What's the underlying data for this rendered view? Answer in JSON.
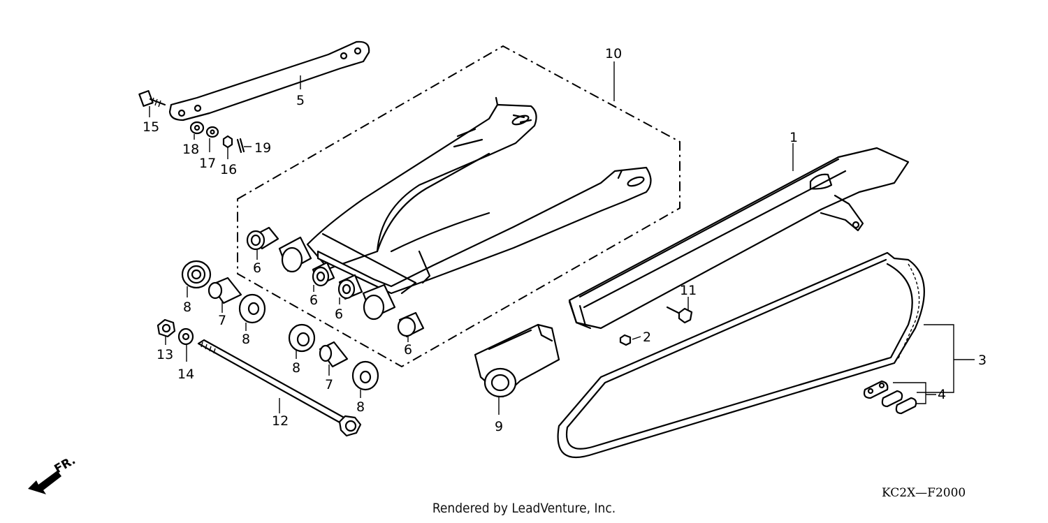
{
  "diagram": {
    "callouts": [
      "1",
      "2",
      "3",
      "4",
      "5",
      "6",
      "6",
      "6",
      "6",
      "7",
      "7",
      "8",
      "8",
      "8",
      "8",
      "9",
      "10",
      "11",
      "12",
      "13",
      "14",
      "15",
      "16",
      "17",
      "18",
      "19"
    ],
    "direction_label": "FR.",
    "diagram_code": "KC2X—F2000",
    "credit": "Rendered by LeadVenture, Inc."
  }
}
